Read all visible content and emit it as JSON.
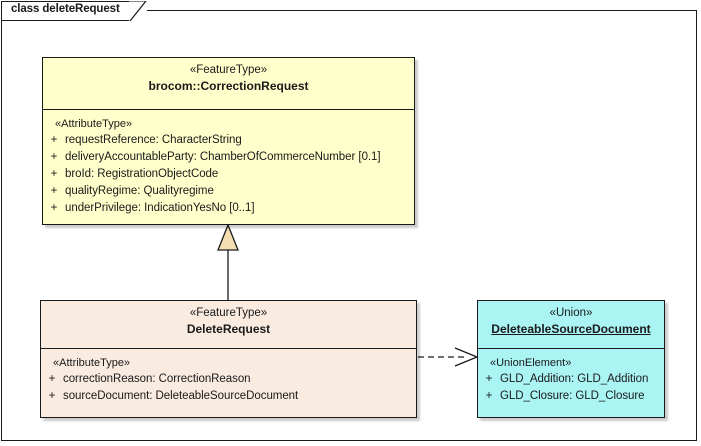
{
  "diagram": {
    "tab_label": "class deleteRequest",
    "background": "#ffffff",
    "frame_color": "#1a1a1a"
  },
  "classes": [
    {
      "id": "correction-request",
      "stereotype": "«FeatureType»",
      "name": "brocom::CorrectionRequest",
      "fill": "#ffffcc",
      "underline_name": false,
      "compartment_stereotype": "«AttributeType»",
      "attributes": [
        {
          "visibility": "+",
          "text": "requestReference: CharacterString"
        },
        {
          "visibility": "+",
          "text": "deliveryAccountableParty: ChamberOfCommerceNumber [0.1]"
        },
        {
          "visibility": "+",
          "text": "broId: RegistrationObjectCode"
        },
        {
          "visibility": "+",
          "text": "qualityRegime: Qualityregime"
        },
        {
          "visibility": "+",
          "text": "underPrivilege: IndicationYesNo [0..1]"
        }
      ]
    },
    {
      "id": "delete-request",
      "stereotype": "«FeatureType»",
      "name": "DeleteRequest",
      "fill": "#faebe0",
      "underline_name": false,
      "compartment_stereotype": "«AttributeType»",
      "attributes": [
        {
          "visibility": "+",
          "text": "correctionReason: CorrectionReason"
        },
        {
          "visibility": "+",
          "text": "sourceDocument: DeleteableSourceDocument"
        }
      ]
    },
    {
      "id": "deleteable-source-document",
      "stereotype": "«Union»",
      "name": "DeleteableSourceDocument",
      "fill": "#aaf4f4",
      "underline_name": true,
      "compartment_stereotype": "«UnionElement»",
      "attributes": [
        {
          "visibility": "+",
          "text": "GLD_Addition: GLD_Addition"
        },
        {
          "visibility": "+",
          "text": "GLD_Closure: GLD_Closure"
        }
      ]
    }
  ],
  "connectors": [
    {
      "id": "generalization",
      "kind": "generalization",
      "from": "delete-request",
      "to": "correction-request",
      "line_style": "solid",
      "arrow": "hollow-triangle",
      "arrow_fill": "#f5dfb0"
    },
    {
      "id": "dependency",
      "kind": "dependency",
      "from": "delete-request",
      "to": "deleteable-source-document",
      "line_style": "dashed",
      "arrow": "open-arrow",
      "arrow_fill": "none"
    }
  ]
}
